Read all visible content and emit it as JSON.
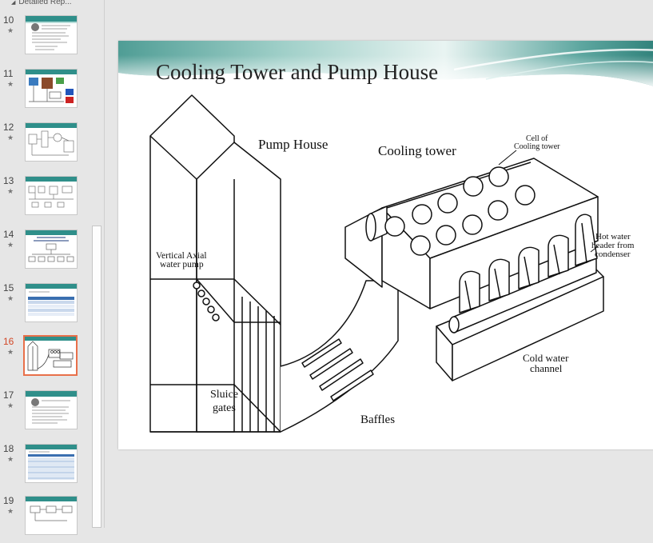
{
  "thumbnails": {
    "section": "Detailed Rep...",
    "slides": [
      {
        "number": "10"
      },
      {
        "number": "11"
      },
      {
        "number": "12"
      },
      {
        "number": "13"
      },
      {
        "number": "14"
      },
      {
        "number": "15"
      },
      {
        "number": "16",
        "selected": true
      },
      {
        "number": "17"
      },
      {
        "number": "18"
      },
      {
        "number": "19"
      }
    ],
    "star_glyph": "★"
  },
  "slide": {
    "title": "Cooling Tower and Pump House",
    "labels": {
      "pump_house": "Pump House",
      "cooling_tower": "Cooling tower",
      "cell_line1": "Cell of",
      "cell_line2": "Cooling tower",
      "vertical_line1": "Vertical Axial",
      "vertical_line2": "water pump",
      "hot_line1": "Hot water",
      "hot_line2": "header from",
      "hot_line3": "condenser",
      "cold_line1": "Cold water",
      "cold_line2": "channel",
      "sluice_line1": "Sluice",
      "sluice_line2": "gates",
      "baffles": "Baffles"
    }
  },
  "colors": {
    "accent_selected": "#e8704a",
    "banner_teal": "#2f8f8a"
  }
}
